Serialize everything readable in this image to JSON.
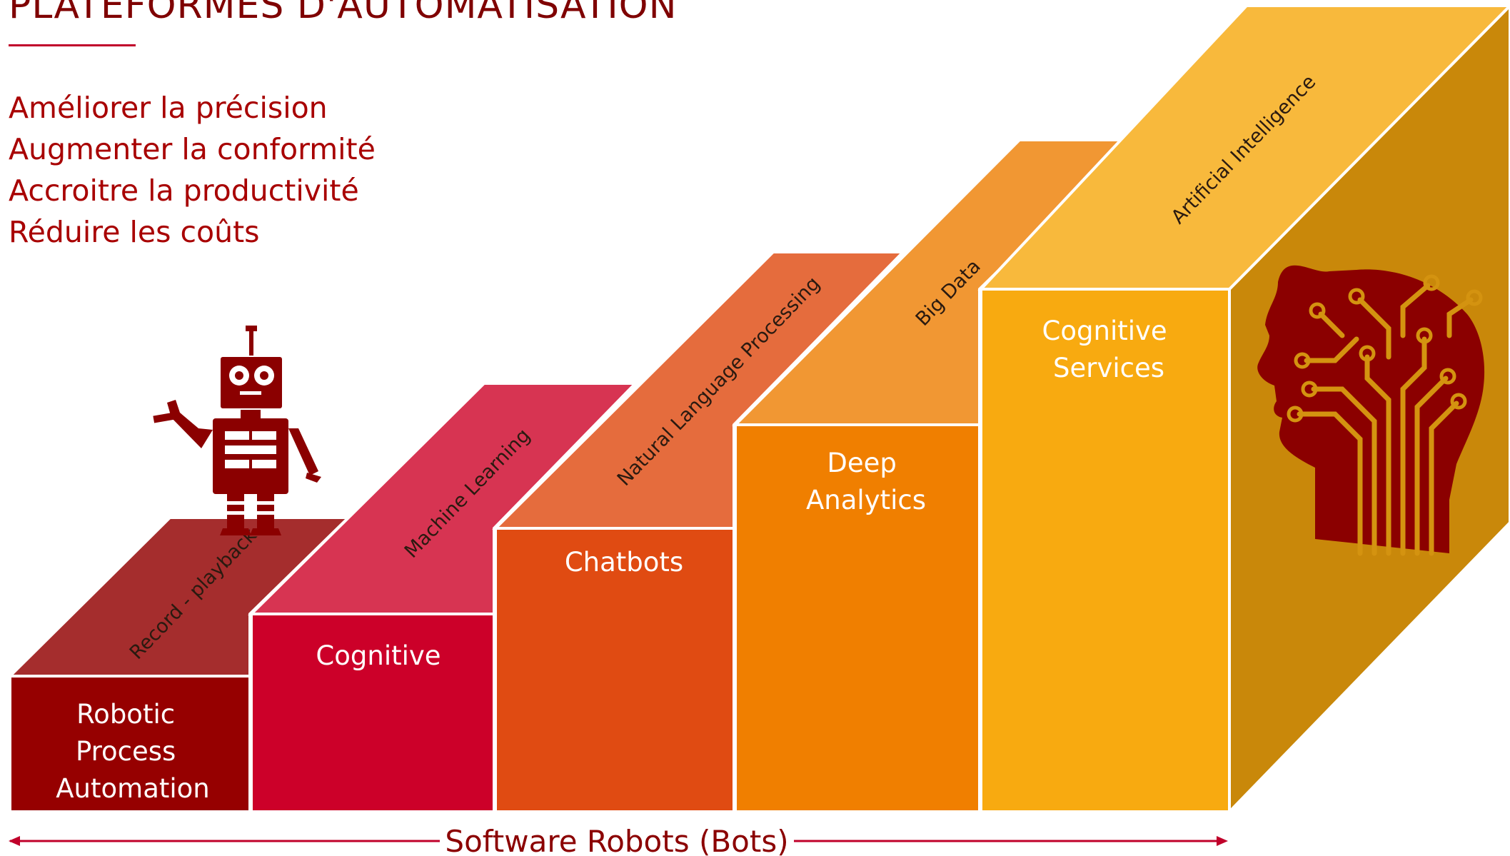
{
  "header": {
    "title": "PLATEFORMES D'AUTOMATISATION"
  },
  "benefits": [
    "Améliorer la précision",
    "Augmenter la conformité",
    "Accroitre la productivité",
    "Réduire les coûts"
  ],
  "steps": [
    {
      "front_lines": [
        "Robotic",
        "Process",
        "Automation"
      ],
      "top_label": "Record - playback",
      "front_color": "#960000",
      "top_color": "#a52d2d"
    },
    {
      "front_lines": [
        "Cognitive"
      ],
      "top_label": "Machine Learning",
      "front_color": "#cc0029",
      "top_color": "#d73452"
    },
    {
      "front_lines": [
        "Chatbots"
      ],
      "top_label": "Natural Language Processing",
      "front_color": "#e04b12",
      "top_color": "#e56c3d"
    },
    {
      "front_lines": [
        "Deep",
        "Analytics"
      ],
      "top_label": "Big Data",
      "front_color": "#f07f00",
      "top_color": "#f19733"
    },
    {
      "front_lines": [
        "Cognitive",
        "Services"
      ],
      "top_label": "Artificial Intelligence",
      "front_color": "#f8aa10",
      "top_color": "#f8b93c",
      "side_color": "#c9880a"
    }
  ],
  "footer": {
    "label": "Software Robots (Bots)"
  },
  "icons": {
    "robot": "robot-icon",
    "head": "ai-head-icon"
  },
  "colors": {
    "title": "#7f0000",
    "benefit_text": "#a80000",
    "accent_line": "#c0002a",
    "robot": "#8b0000",
    "head": "#8b0000",
    "circuit": "#d49310"
  }
}
